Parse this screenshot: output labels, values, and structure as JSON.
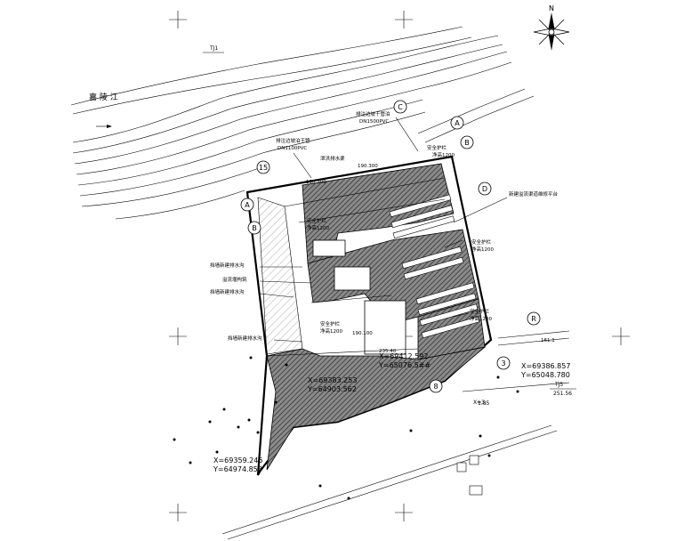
{
  "river_name": "嘉 陵 江",
  "north_label": "N",
  "labels": {
    "trunk_pipe": "排注边坡干管泊",
    "trunk_pipe_spec": "DN1500PVC",
    "pipe_left": "排注边坡泊干管",
    "pipe_left_spec": "DN1100PVC",
    "drain": "泄洪排水渠",
    "platform": "新建溢流渠道维修平台",
    "safe_1": "安全护栏",
    "safe_1_h": "净高1200",
    "safe_2": "安全护栏",
    "safe_2_h": "净高1200",
    "safe_3": "安全护栏",
    "safe_3_h": "净高1200",
    "safe_4": "安全护栏",
    "safe_4_h": "净高1200",
    "safe_5": "安全护栏",
    "safe_5_h": "净高1200",
    "left_1": "挡墙新建排水沟",
    "left_2": "溢流堰构筑",
    "left_3": "挡墙新建排水沟",
    "left_4": "挡墙新建排水沟",
    "elev_1": "190.300",
    "elev_2": "190.300",
    "elev_3": "235.40",
    "elev_4": "190.100",
    "elev_5": "161.1"
  },
  "circle_labels": [
    "A",
    "B",
    "D",
    "R",
    "C",
    "15",
    "3",
    "8"
  ],
  "coordinates": {
    "c1x": "X=69383.253",
    "c1y": "Y=64903.562",
    "c2x": "X=69412.592",
    "c2y": "Y=65076.5##",
    "c3x": "X=69386.857",
    "c3y": "Y=65048.780",
    "c4x": "X=69359.246",
    "c4y": "Y=64974.858"
  },
  "tags": {
    "t1": "TJ5",
    "t1v": "251.56",
    "t2": "TJ1",
    "t2v": "",
    "t3": "X=3.",
    "t4": "1.85"
  }
}
